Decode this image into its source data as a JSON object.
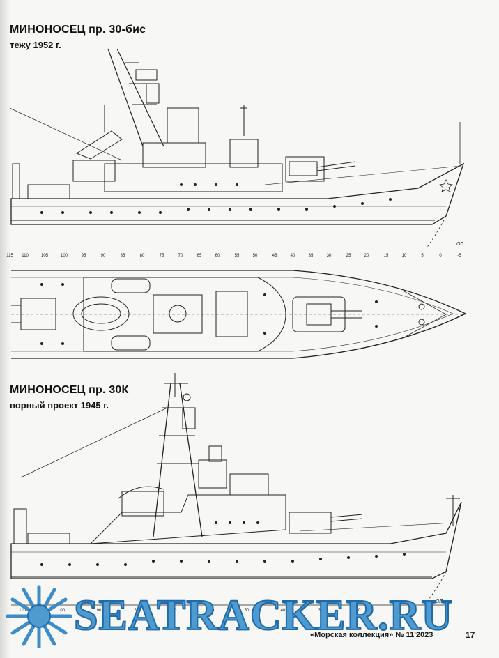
{
  "section1": {
    "title": "МИНОНОСЕЦ пр. 30-бис",
    "subtitle": "тежу 1952 г."
  },
  "section2": {
    "title": "МИНОНОСЕЦ пр. 30К",
    "subtitle": "ворный проект 1945 г."
  },
  "frame_scale_top": [
    "115",
    "110",
    "105",
    "100",
    "95",
    "90",
    "85",
    "80",
    "75",
    "70",
    "65",
    "60",
    "55",
    "50",
    "45",
    "40",
    "35",
    "30",
    "25",
    "20",
    "15",
    "10",
    "5",
    "0",
    "-5"
  ],
  "waterline_label_top": "ОЛ",
  "waterline_label_bottom": "ОЛ",
  "frame_scale_bottom": [
    "110",
    "100",
    "90",
    "80",
    "70",
    "60",
    "50",
    "40",
    "30",
    "20",
    "10"
  ],
  "watermark": {
    "text": "SEATRACKER.RU",
    "color": "#4f9bd0",
    "stroke": "#1f6aa8",
    "icon": "sunburst-icon"
  },
  "footer": {
    "magazine": "«Морская коллекция» № 11'2023",
    "page_number": "17"
  }
}
